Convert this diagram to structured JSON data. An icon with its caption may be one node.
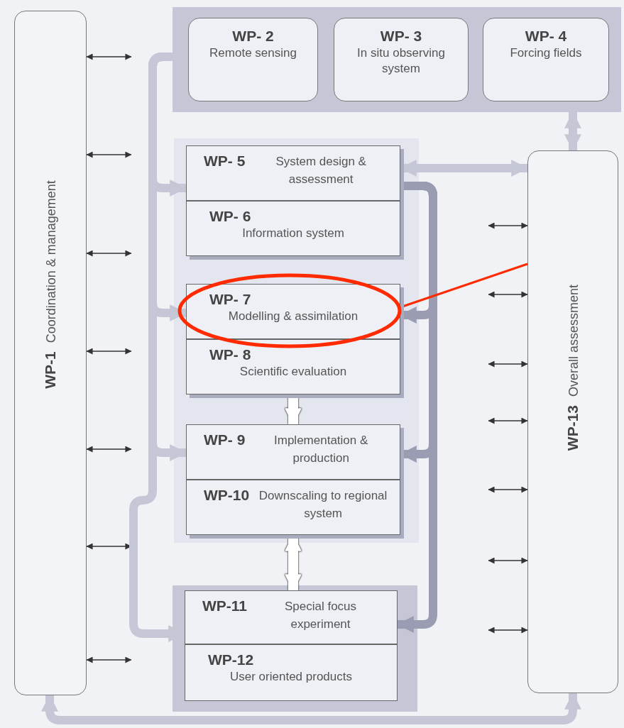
{
  "diagram": {
    "nodes": [
      {
        "text": [
          "WP-1",
          "Coordination & management"
        ]
      },
      {
        "text": [],
        "shape": "box"
      },
      {
        "text": [
          "WP- 2",
          "Remote sensing"
        ],
        "in": 1
      },
      {
        "text": [
          "WP- 3",
          "In situ observing system"
        ],
        "in": 1
      },
      {
        "text": [
          "WP- 4",
          "Forcing fields"
        ],
        "in": 1
      },
      {
        "text": [],
        "shape": "box"
      },
      {
        "text": [
          "WP- 5",
          "System design & assessment"
        ],
        "in": 5
      },
      {
        "text": [
          "WP- 6",
          "Information system"
        ],
        "in": 5
      },
      {
        "text": [
          "WP- 7",
          "Modelling & assimilation"
        ],
        "in": 5
      },
      {
        "text": [
          "WP- 8",
          "Scientific evaluation"
        ],
        "in": 5
      },
      {
        "text": [
          "WP- 9",
          "Implementation & production"
        ],
        "in": 5
      },
      {
        "text": [
          "WP-10",
          "Downscaling to regional system"
        ],
        "in": 5
      },
      {
        "text": [],
        "shape": "box"
      },
      {
        "text": [
          "WP-11",
          "Special focus experiment"
        ],
        "in": 12
      },
      {
        "text": [
          "WP-12",
          "User oriented products"
        ],
        "in": 12
      },
      {
        "text": [
          "WP-13",
          "Overall assessment"
        ]
      }
    ],
    "edges": [
      {
        "from": 0,
        "to": null,
        "arrow": "both"
      },
      {
        "from": 0,
        "to": null,
        "arrow": "both"
      },
      {
        "from": 0,
        "to": null,
        "arrow": "both"
      },
      {
        "from": 0,
        "to": null,
        "arrow": "both"
      },
      {
        "from": 0,
        "to": null,
        "arrow": "both"
      },
      {
        "from": 0,
        "to": null,
        "arrow": "both"
      },
      {
        "from": 0,
        "to": null,
        "arrow": "both"
      },
      {
        "from": null,
        "to": 15,
        "arrow": "both"
      },
      {
        "from": null,
        "to": 15,
        "arrow": "both"
      },
      {
        "from": null,
        "to": 15,
        "arrow": "both"
      },
      {
        "from": null,
        "to": 15,
        "arrow": "both"
      },
      {
        "from": null,
        "to": 15,
        "arrow": "both"
      },
      {
        "from": null,
        "to": 15,
        "arrow": "both"
      },
      {
        "from": null,
        "to": 15,
        "arrow": "both"
      },
      {
        "from": 1,
        "to": 6,
        "arrow": "to",
        "style": "thick",
        "color": "#c5c7d6"
      },
      {
        "from": 1,
        "to": 8,
        "arrow": "to",
        "style": "thick",
        "color": "#c5c7d6"
      },
      {
        "from": 1,
        "to": 10,
        "arrow": "to",
        "style": "thick",
        "color": "#c5c7d6"
      },
      {
        "from": 1,
        "to": 13,
        "arrow": "to",
        "style": "thick",
        "color": "#c5c7d6"
      },
      {
        "from": 6,
        "to": 8,
        "arrow": "to",
        "style": "thick",
        "color": "#9a9cb2"
      },
      {
        "from": 6,
        "to": 10,
        "arrow": "to",
        "style": "thick",
        "color": "#9a9cb2"
      },
      {
        "from": 6,
        "to": 13,
        "arrow": "to",
        "style": "thick",
        "color": "#9a9cb2"
      },
      {
        "from": 6,
        "to": 15,
        "arrow": "both",
        "style": "thick",
        "color": "#c5c7d6"
      },
      {
        "from": 1,
        "to": 15,
        "arrow": "both",
        "style": "thick",
        "color": "#c5c7d6"
      },
      {
        "from": 9,
        "to": 10,
        "arrow": "to",
        "style": "thick",
        "color": "#ffffff"
      },
      {
        "from": 11,
        "to": 13,
        "arrow": "both",
        "style": "thick",
        "color": "#ffffff"
      },
      {
        "from": 0,
        "to": 15,
        "arrow": "both",
        "style": "thick",
        "color": "#c5c7d6"
      },
      {
        "from": 8,
        "to": 15,
        "arrow": "none",
        "style": "thick",
        "color": "#ff2a00"
      }
    ]
  }
}
